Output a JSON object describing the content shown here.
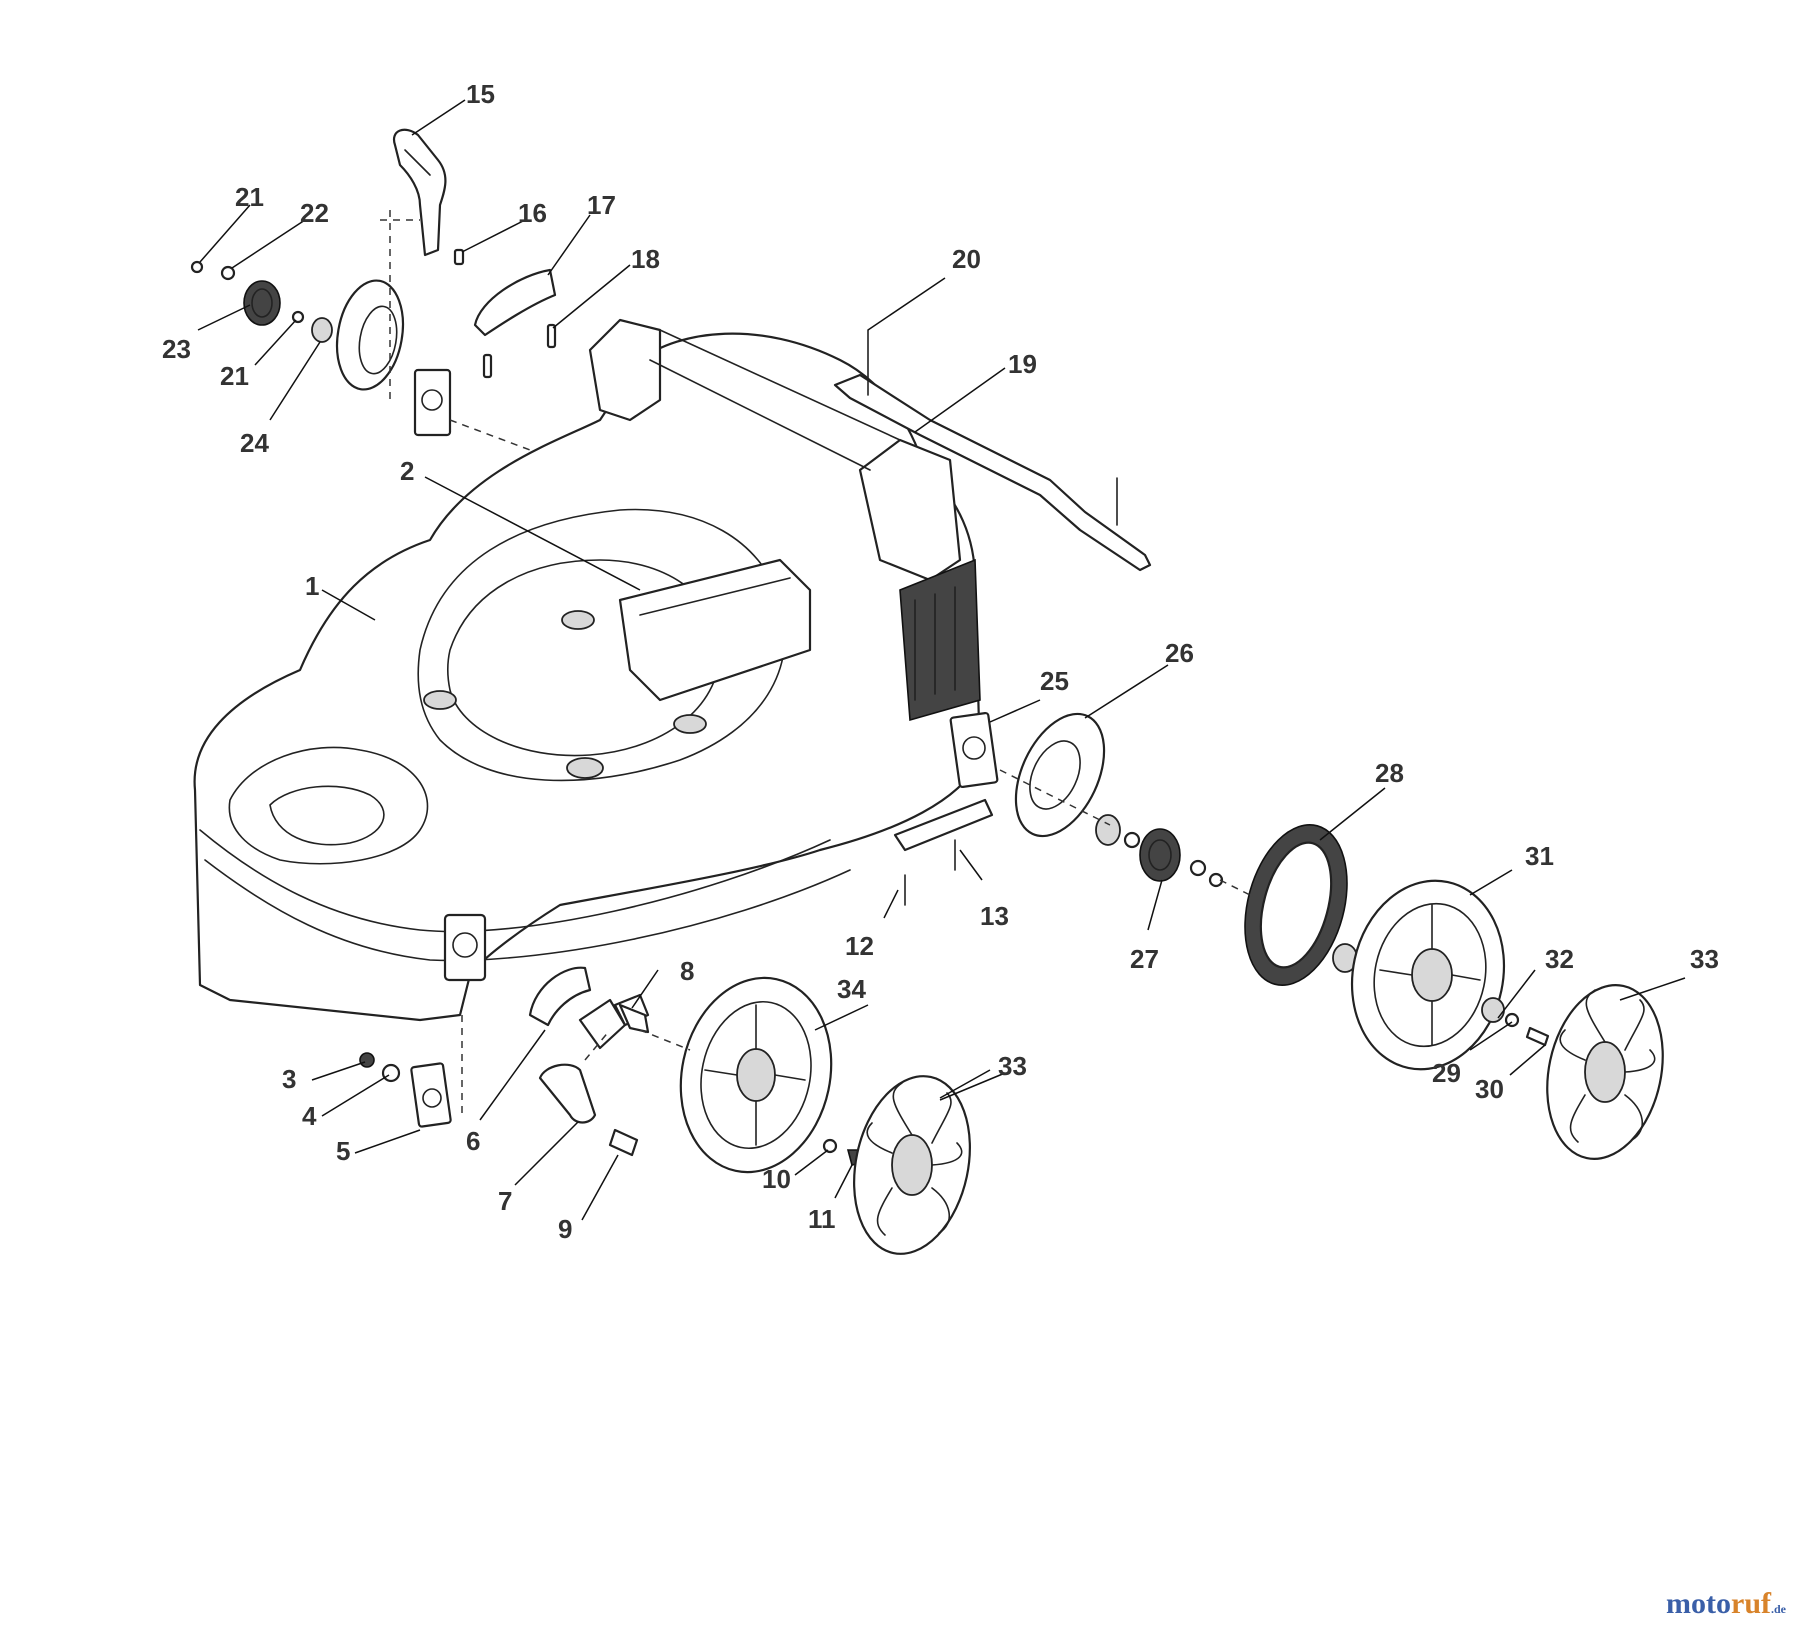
{
  "callouts": [
    {
      "id": "c1",
      "label": "1"
    },
    {
      "id": "c2",
      "label": "2"
    },
    {
      "id": "c3",
      "label": "3"
    },
    {
      "id": "c4",
      "label": "4"
    },
    {
      "id": "c5",
      "label": "5"
    },
    {
      "id": "c6",
      "label": "6"
    },
    {
      "id": "c7",
      "label": "7"
    },
    {
      "id": "c8",
      "label": "8"
    },
    {
      "id": "c9",
      "label": "9"
    },
    {
      "id": "c10",
      "label": "10"
    },
    {
      "id": "c11",
      "label": "11"
    },
    {
      "id": "c12",
      "label": "12"
    },
    {
      "id": "c13",
      "label": "13"
    },
    {
      "id": "c15",
      "label": "15"
    },
    {
      "id": "c16",
      "label": "16"
    },
    {
      "id": "c17",
      "label": "17"
    },
    {
      "id": "c18",
      "label": "18"
    },
    {
      "id": "c19",
      "label": "19"
    },
    {
      "id": "c20",
      "label": "20"
    },
    {
      "id": "c21a",
      "label": "21"
    },
    {
      "id": "c21b",
      "label": "21"
    },
    {
      "id": "c22",
      "label": "22"
    },
    {
      "id": "c23",
      "label": "23"
    },
    {
      "id": "c24",
      "label": "24"
    },
    {
      "id": "c25",
      "label": "25"
    },
    {
      "id": "c26",
      "label": "26"
    },
    {
      "id": "c27",
      "label": "27"
    },
    {
      "id": "c28",
      "label": "28"
    },
    {
      "id": "c29",
      "label": "29"
    },
    {
      "id": "c30",
      "label": "30"
    },
    {
      "id": "c31",
      "label": "31"
    },
    {
      "id": "c32",
      "label": "32"
    },
    {
      "id": "c33a",
      "label": "33"
    },
    {
      "id": "c33b",
      "label": "33"
    },
    {
      "id": "c34",
      "label": "34"
    }
  ],
  "watermark": {
    "part1": "moto",
    "part2": "ruf",
    "part3": ".de"
  },
  "colors": {
    "line": "#222222",
    "label": "#333333",
    "brand_blue": "#3a5fa8",
    "brand_orange": "#d8832a"
  }
}
